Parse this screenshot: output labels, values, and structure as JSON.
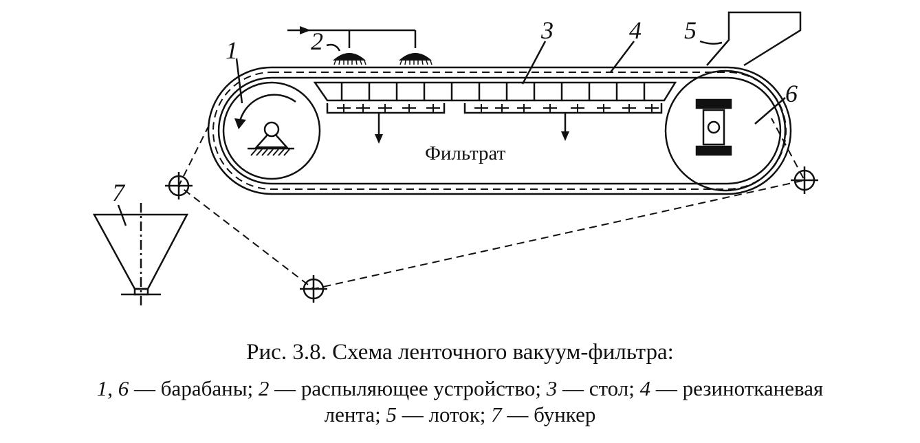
{
  "figure": {
    "labels": {
      "drum_1": "1",
      "sprayer_2": "2",
      "table_3": "3",
      "belt_4": "4",
      "chute_5": "5",
      "drum_6": "6",
      "hopper_7": "7"
    },
    "filtrate_label": "Фильтрат"
  },
  "caption": {
    "title": "Рис. 3.8. Схема ленточного вакуум-фильтра:",
    "legend_line1": {
      "n1": "1",
      "sep1": ", ",
      "n6": "6",
      "t1": " — барабаны; ",
      "n2": "2",
      "t2": " — распыляющее устройство; ",
      "n3": "3",
      "t3": " — стол; ",
      "n4": "4",
      "t4": " — резинотканевая"
    },
    "legend_line2": {
      "t0": "лента; ",
      "n5": "5",
      "t5": " — лоток; ",
      "n7": "7",
      "t7": " — бункер"
    }
  }
}
